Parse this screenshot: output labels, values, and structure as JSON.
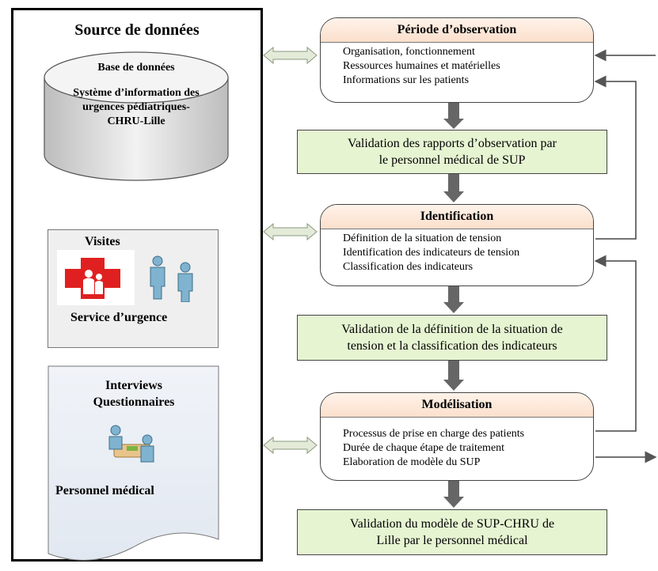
{
  "source": {
    "title": "Source de données",
    "database": {
      "label": "Base de données",
      "name_lines": [
        "Système d’information des",
        "urgences pédiatriques-",
        "CHRU-Lille"
      ]
    },
    "visits": {
      "title": "Visites",
      "subtitle": "Service d’urgence"
    },
    "interviews": {
      "title_lines": [
        "Interviews",
        "Questionnaires"
      ],
      "subtitle": "Personnel médical"
    }
  },
  "stages": [
    {
      "title": "Période d’observation",
      "items": [
        "Organisation, fonctionnement",
        "Ressources humaines et matérielles",
        "Informations sur les patients"
      ]
    },
    {
      "title": "Identification",
      "items": [
        "Définition de la situation de tension",
        "Identification des indicateurs de tension",
        "Classification des indicateurs"
      ]
    },
    {
      "title": "Modélisation",
      "items": [
        "Processus de prise en charge des patients",
        "Durée de chaque étape de traitement",
        "Elaboration de modèle du SUP"
      ]
    }
  ],
  "validations": [
    {
      "lines": [
        "Validation des rapports d’observation par",
        "le personnel médical de SUP"
      ]
    },
    {
      "lines": [
        "Validation de la définition de la situation de",
        "tension et la  classification des indicateurs"
      ]
    },
    {
      "lines": [
        "Validation du modèle de SUP-CHRU de",
        "Lille  par le personnel médical"
      ]
    }
  ],
  "colors": {
    "stage_header": "#fbdfcc",
    "validation_fill": "#e6f4d2",
    "connector_fill": "#e4ead8",
    "flow_arrow": "#666666",
    "cross_red": "#e02020",
    "person_blue": "#7fb3cf"
  }
}
